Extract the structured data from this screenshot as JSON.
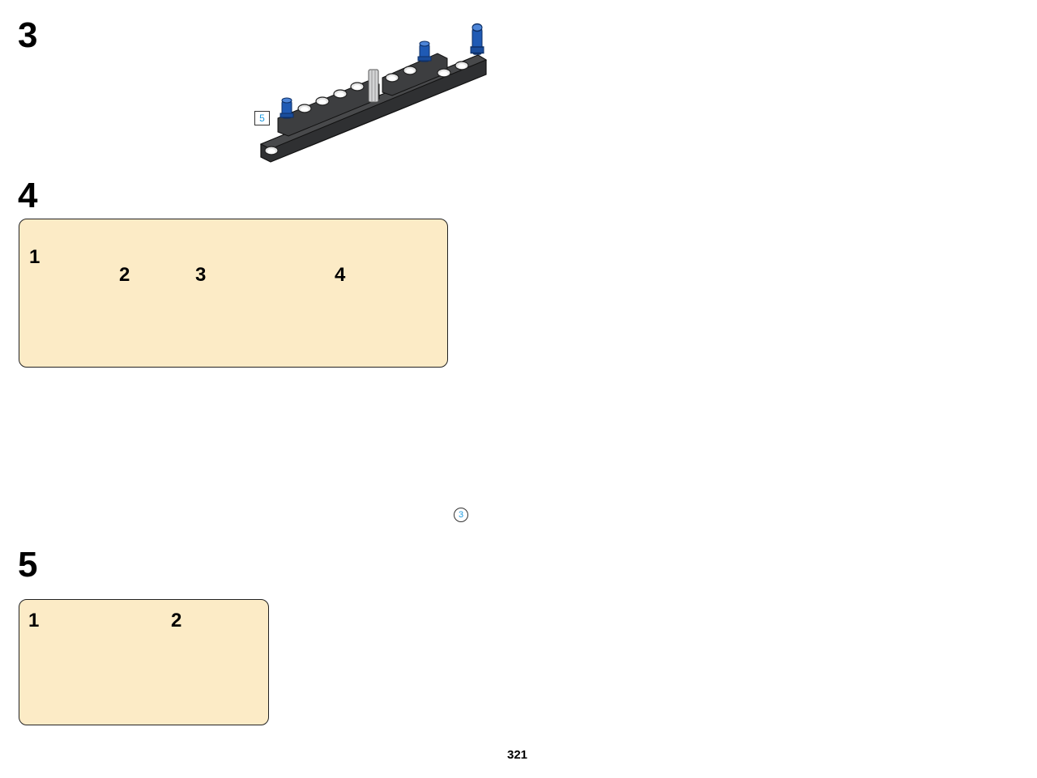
{
  "page": {
    "number": "321"
  },
  "steps": [
    {
      "number": "3",
      "part_quantity": "5"
    },
    {
      "number": "4",
      "substeps": [
        "1",
        "2",
        "3",
        "4"
      ]
    },
    {
      "number": "5",
      "substeps": [
        "1",
        "2"
      ],
      "axle_quantity": "3"
    }
  ],
  "colors": {
    "callout_background": "#fcebc6",
    "beam_dark_gray": "#3a3b3d",
    "beam_light_gray": "#8d8f91",
    "pin_blue": "#1f5ab4",
    "connector_red": "#d21a16",
    "arrow_red": "#cc2020",
    "arrow_green": "#3aa048",
    "axle_light": "#cfd0d1"
  }
}
